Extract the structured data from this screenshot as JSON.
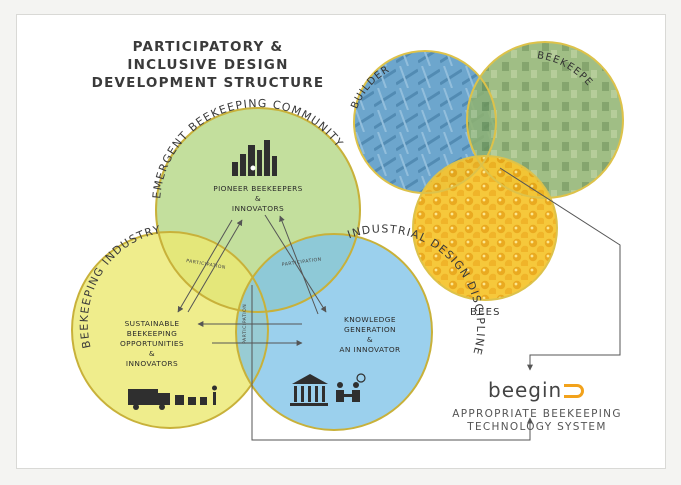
{
  "title": {
    "line1": "PARTICIPATORY &",
    "line2": "INCLUSIVE DESIGN",
    "line3": "DEVELOPMENT STRUCTURE"
  },
  "circles": {
    "community": {
      "arc_label": "EMERGENT BEEKEEPING COMMUNITY",
      "line1": "PIONEER BEEKEEPERS",
      "line2": "&",
      "line3": "INNOVATORS",
      "color": "#b9d98c"
    },
    "industry": {
      "arc_label": "BEEKEEPING INDUSTRY",
      "line1": "SUSTAINABLE",
      "line2": "BEEKEEPING",
      "line3": "OPPORTUNITIES",
      "line4": "&",
      "line5": "INNOVATORS",
      "color": "#ece973"
    },
    "design": {
      "arc_label": "INDUSTRIAL DESIGN DISCIPLINE",
      "line1": "KNOWLEDGE",
      "line2": "GENERATION",
      "line3": "&",
      "line4": "AN INNOVATOR",
      "color": "#7fc3e8"
    }
  },
  "overlaps": {
    "community_industry": "PARTICIPATION",
    "community_design": "PARTICIPATION",
    "industry_design": "PARTICIPATION"
  },
  "photos": {
    "builder": "BUILDER",
    "beekeeper": "BEEKEEPER",
    "bees": "BEES"
  },
  "brand": {
    "name": "beegin",
    "system_line1": "APPROPRIATE BEEKEEPING",
    "system_line2": "TECHNOLOGY SYSTEM",
    "accent": "#f2a21b"
  },
  "colors": {
    "outline": "#c8b13a",
    "arrow": "#555555"
  }
}
